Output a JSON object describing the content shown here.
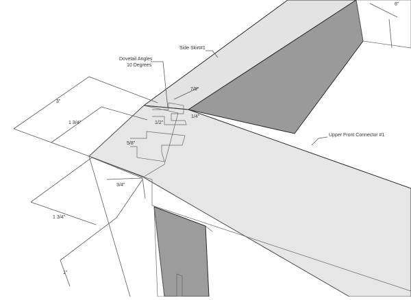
{
  "labels": {
    "side_skirt": "Side Skirt#1",
    "upper_front_connector": "Upper Front Connector #1",
    "dovetail_line1": "Dovetail Angles",
    "dovetail_line2": "10 Degrees",
    "dim_6": "6\"",
    "dim_7_8": "7/8\"",
    "dim_1_4": "1/4\"",
    "dim_1_2": "1/2\"",
    "dim_5_8": "5/8\"",
    "dim_3_4": "3/4\"",
    "dim_3": "3\"",
    "dim_1_3_4_top": "1 3/4\"",
    "dim_1_3_4_bottom": "1 3/4\"",
    "dim_1": "1\""
  },
  "colors": {
    "background": "#ffffff",
    "light_face": "#e8e8e8",
    "top_face": "#dcdcdc",
    "dark_face": "#9a9a9a",
    "mid_face": "#bfbfbf",
    "joint_shade": "#cfcfcf",
    "line": "#2b2b2b"
  }
}
